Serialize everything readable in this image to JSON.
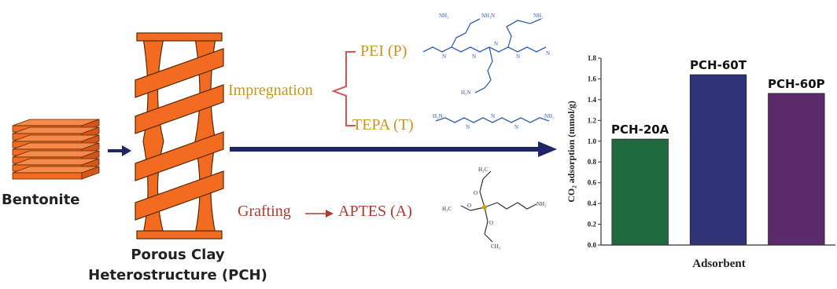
{
  "labels": {
    "bentonite": "Bentonite",
    "pch_line1": "Porous Clay",
    "pch_line2": "Heterostructure (PCH)",
    "impregnation": "Impregnation",
    "pei": "PEI (P)",
    "tepa": "TEPA (T)",
    "grafting": "Grafting",
    "aptes": "APTES (A)"
  },
  "colors": {
    "clay": "#f26b21",
    "arrow": "#1f2566",
    "impregnation_text": "#c8961e",
    "grafting_text": "#b03a2e",
    "molecule": "#2f5fb8",
    "bracket": "#d9534f"
  },
  "chart_data": {
    "type": "bar",
    "categories": [
      "PCH-20A",
      "PCH-60T",
      "PCH-60P"
    ],
    "values": [
      1.02,
      1.64,
      1.46
    ],
    "colors": [
      "#1f6b3f",
      "#303378",
      "#5a2a6a"
    ],
    "xlabel": "Adsorbent",
    "ylabel": "CO₂ adsorption (mmol/g)",
    "ylim": [
      0,
      1.8
    ],
    "yticks": [
      "0.0",
      "0.2",
      "0.4",
      "0.6",
      "0.8",
      "1.0",
      "1.2",
      "1.4",
      "1.6",
      "1.8"
    ],
    "grid": false
  }
}
